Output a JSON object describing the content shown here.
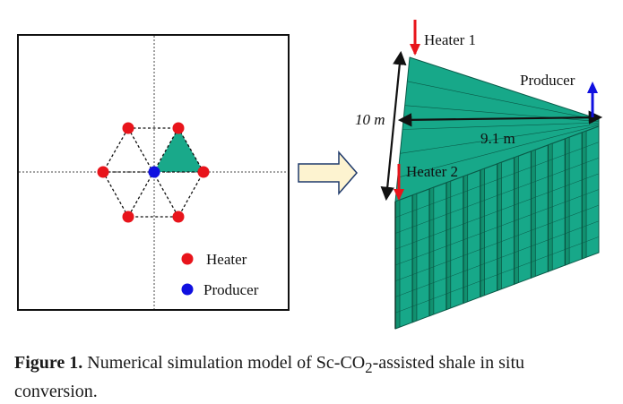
{
  "figure": {
    "left_panel": {
      "legend": {
        "heater_label": "Heater",
        "producer_label": "Producer"
      }
    },
    "right_panel": {
      "heater1_label": "Heater 1",
      "heater2_label": "Heater 2",
      "producer_label": "Producer",
      "height_label": "10 m",
      "length_label": "9.1 m"
    },
    "colors": {
      "heater": "#e8141b",
      "producer": "#1010e0",
      "block_fill": "#17a889",
      "block_line": "#0a5a48",
      "arrow_fill": "#fdf3d0",
      "arrow_stroke": "#1f3a6b"
    }
  },
  "caption": {
    "label": "Figure 1.",
    "text_before_sub": " Numerical simulation model of Sc-CO",
    "subscript": "2",
    "text_after_sub": "-assisted shale in situ conversion."
  }
}
